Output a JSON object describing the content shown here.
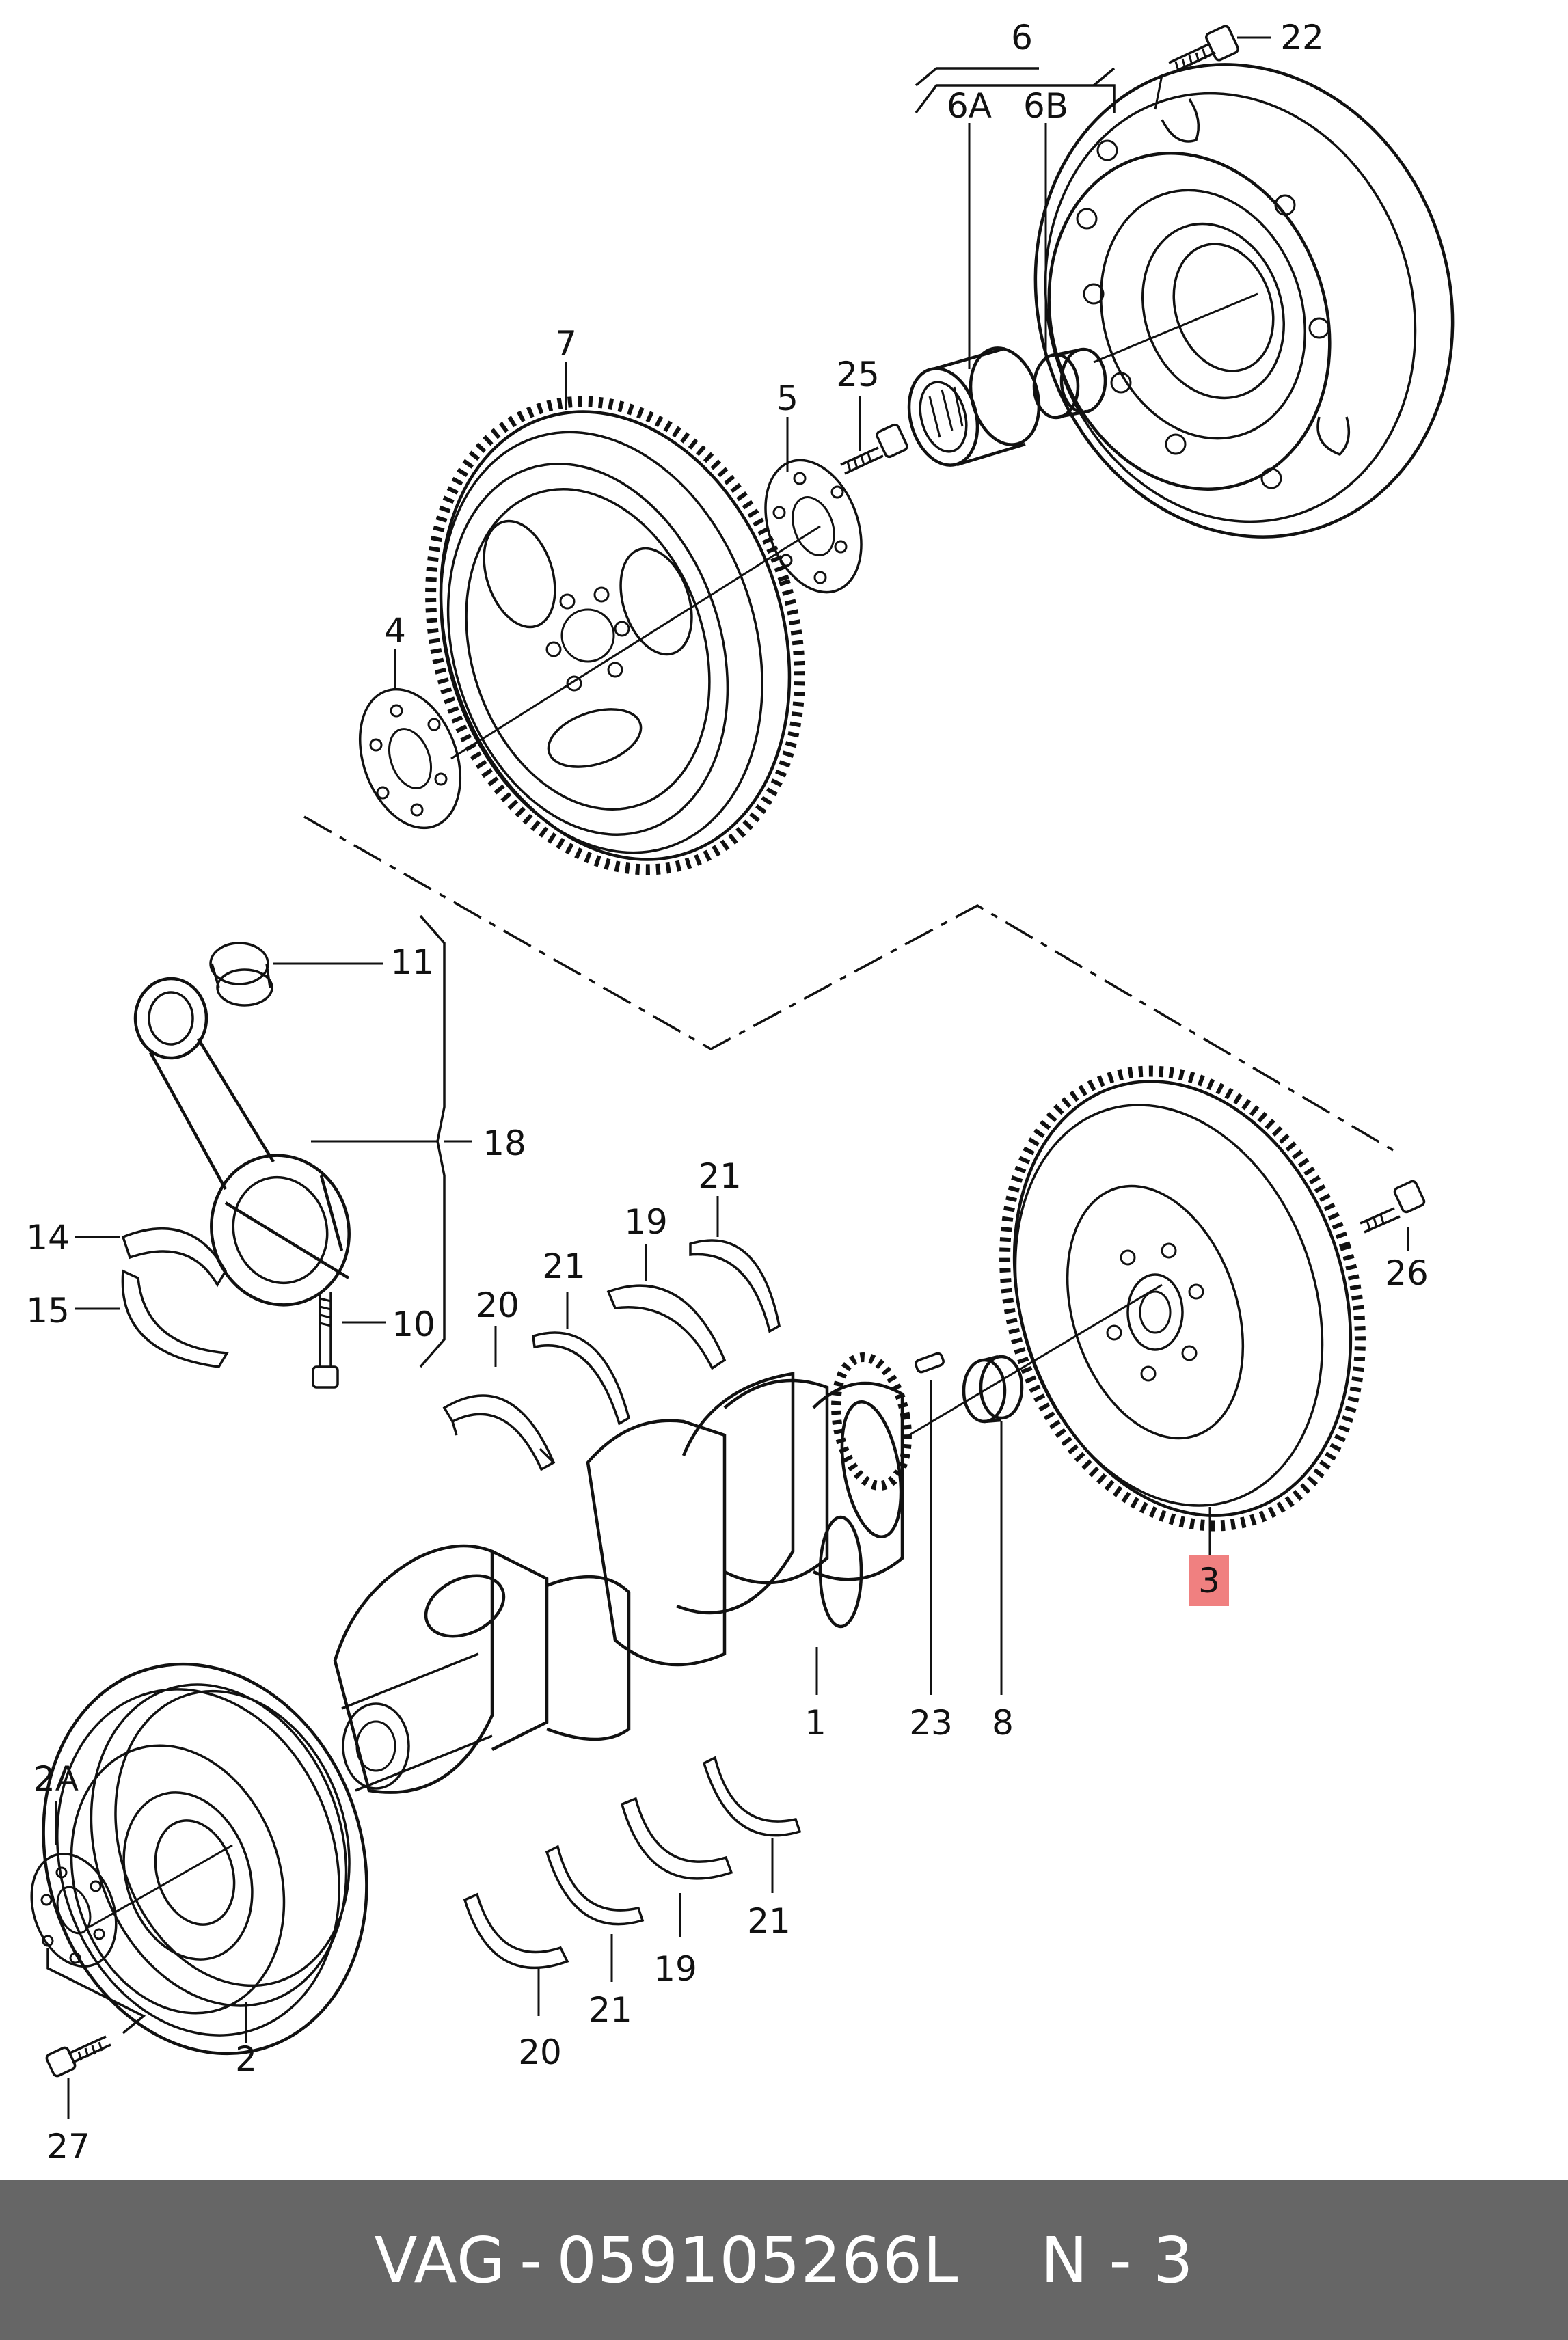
{
  "footer": {
    "brand": "VAG",
    "dash": "-",
    "part_number": "059105266L",
    "position": "N - 3"
  },
  "highlight_color": "#f08080",
  "footer_color": "#666666",
  "labels": {
    "l6": "6",
    "l22": "22",
    "l6a": "6A",
    "l6b": "6B",
    "l7": "7",
    "l25": "25",
    "l5": "5",
    "l4": "4",
    "l11": "11",
    "l18": "18",
    "l14": "14",
    "l15": "15",
    "l10": "10",
    "l21a": "21",
    "l19a": "19",
    "l21b": "21",
    "l20a": "20",
    "l26": "26",
    "l3": "3",
    "l1": "1",
    "l23": "23",
    "l8": "8",
    "l2a": "2A",
    "l2": "2",
    "l27": "27",
    "l21c": "21",
    "l19b": "19",
    "l21d": "21",
    "l20b": "20"
  }
}
